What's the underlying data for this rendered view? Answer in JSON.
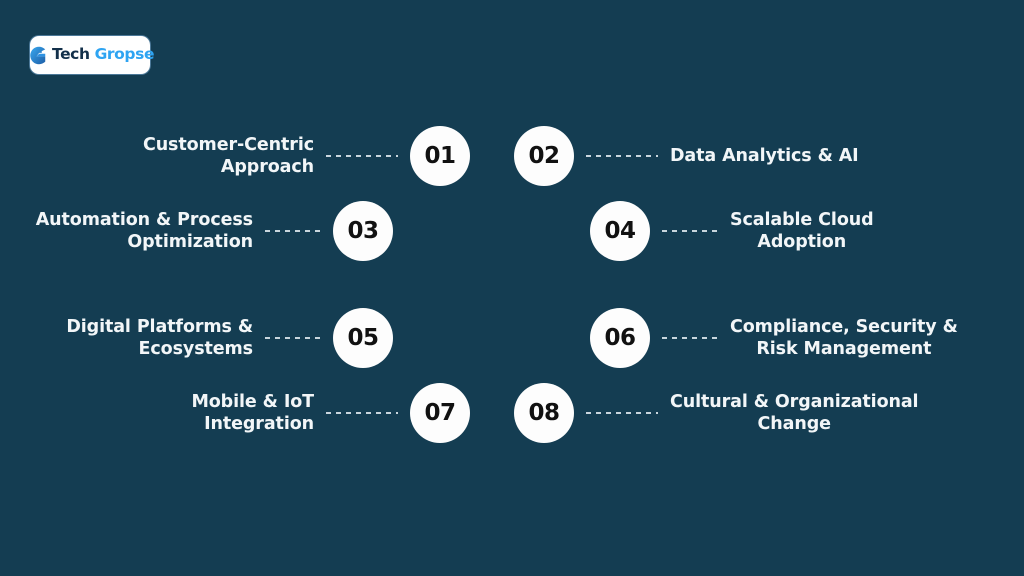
{
  "slide": {
    "background_color": "#143d52",
    "text_color": "#f2f6f8",
    "circle_fill": "#fdfdfd",
    "circle_text_color": "#111111",
    "connector_color": "#c9d6de"
  },
  "logo": {
    "badge_background": "#ffffff",
    "mark_name": "techgropse-g-icon",
    "mark_color_start": "#2f8fe0",
    "mark_color_end": "#1f5fa8",
    "word_part_1": "Tech",
    "word_part_2": "Gropse",
    "word_part_1_color": "#13304a",
    "word_part_2_color": "#2ea4f2"
  },
  "items": [
    {
      "number": "01",
      "label": "Customer-Centric\nApproach",
      "side": "left",
      "align": "right"
    },
    {
      "number": "02",
      "label": "Data Analytics & AI",
      "side": "right",
      "align": "left"
    },
    {
      "number": "03",
      "label": "Automation & Process\nOptimization",
      "side": "left",
      "align": "right"
    },
    {
      "number": "04",
      "label": "Scalable Cloud\nAdoption",
      "side": "right",
      "align": "center"
    },
    {
      "number": "05",
      "label": "Digital Platforms &\nEcosystems",
      "side": "left",
      "align": "right"
    },
    {
      "number": "06",
      "label": "Compliance, Security &\nRisk Management",
      "side": "right",
      "align": "center"
    },
    {
      "number": "07",
      "label": "Mobile & IoT\nIntegration",
      "side": "left",
      "align": "right"
    },
    {
      "number": "08",
      "label": "Cultural & Organizational\nChange",
      "side": "right",
      "align": "center"
    }
  ]
}
